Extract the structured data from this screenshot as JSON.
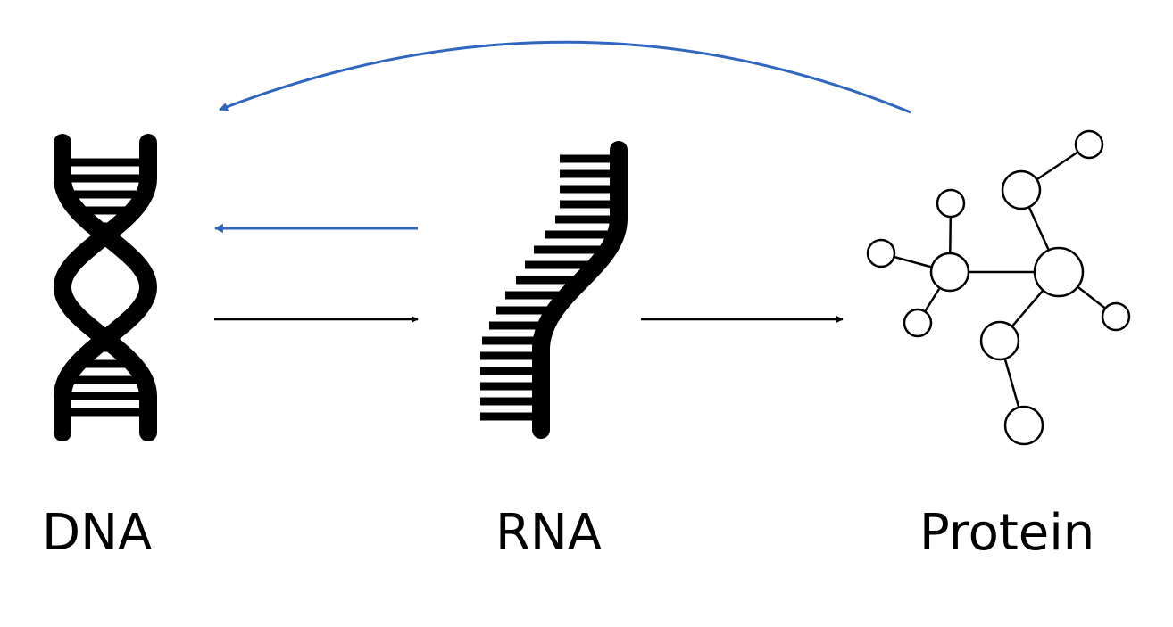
{
  "nodes": {
    "dna": {
      "label": "DNA",
      "icon": "dna-double-helix-icon"
    },
    "rna": {
      "label": "RNA",
      "icon": "rna-single-strand-icon"
    },
    "protein": {
      "label": "Protein",
      "icon": "protein-molecule-icon"
    }
  },
  "edges": [
    {
      "from": "dna",
      "to": "rna",
      "color": "#000000"
    },
    {
      "from": "rna",
      "to": "protein",
      "color": "#000000"
    },
    {
      "from": "rna",
      "to": "dna",
      "color": "#2f66c0"
    },
    {
      "from": "protein",
      "to": "dna",
      "color": "#2f66c0"
    }
  ],
  "colors": {
    "forward_arrow": "#000000",
    "reverse_arrow": "#2f66c0",
    "icon": "#000000",
    "background": "#ffffff"
  }
}
